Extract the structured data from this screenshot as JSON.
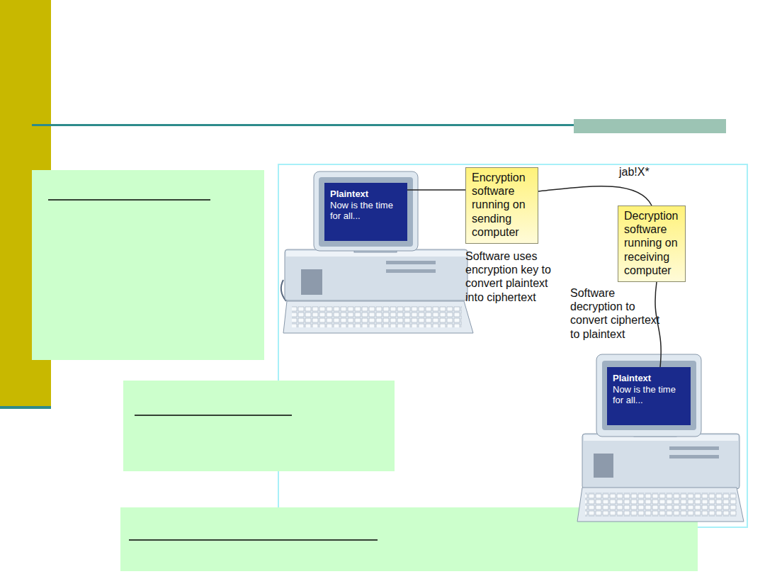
{
  "diagram": {
    "nodes": [
      {
        "text": [
          "Plaintext",
          "Now is the time for all..."
        ]
      },
      {
        "text": [
          "Encryption software running on sending computer"
        ]
      },
      {
        "text": [
          "Decryption software running on receiving computer"
        ]
      },
      {
        "text": [
          "Plaintext",
          "Now is the time for all..."
        ]
      }
    ],
    "edges": [
      {
        "from": 0,
        "to": 1,
        "arrow": "none"
      },
      {
        "from": 1,
        "to": 2,
        "label": "jab!X*",
        "arrow": "none"
      },
      {
        "from": 2,
        "to": 3,
        "arrow": "none"
      }
    ],
    "labels": [
      "Software uses encryption key to convert plaintext into ciphertext",
      "Software decryption to convert ciphertext to plaintext"
    ]
  }
}
